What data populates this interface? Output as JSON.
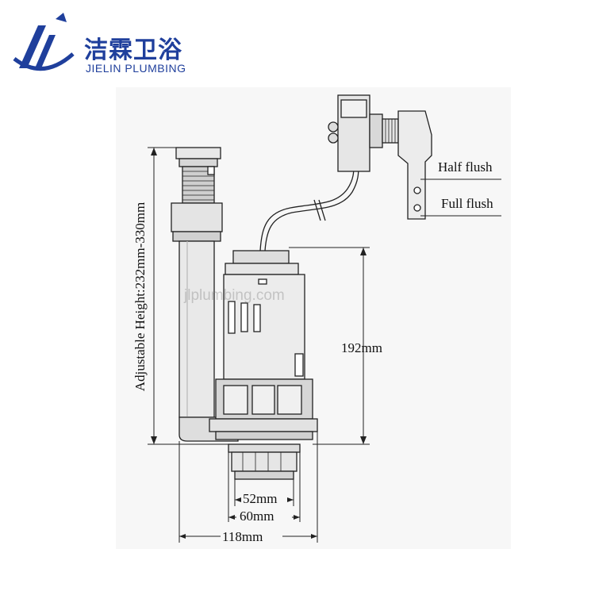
{
  "brand": {
    "name_cn": "洁霖卫浴",
    "name_en": "JIELIN PLUMBING",
    "color": "#1f3f9c"
  },
  "watermark": "jlplumbing.com",
  "labels": {
    "half_flush": "Half flush",
    "full_flush": "Full flush",
    "adjustable_height": "Adjustable Height:232mm-330mm",
    "height_192": "192mm",
    "dim_52": "52mm",
    "dim_60": "60mm",
    "dim_118": "118mm"
  }
}
